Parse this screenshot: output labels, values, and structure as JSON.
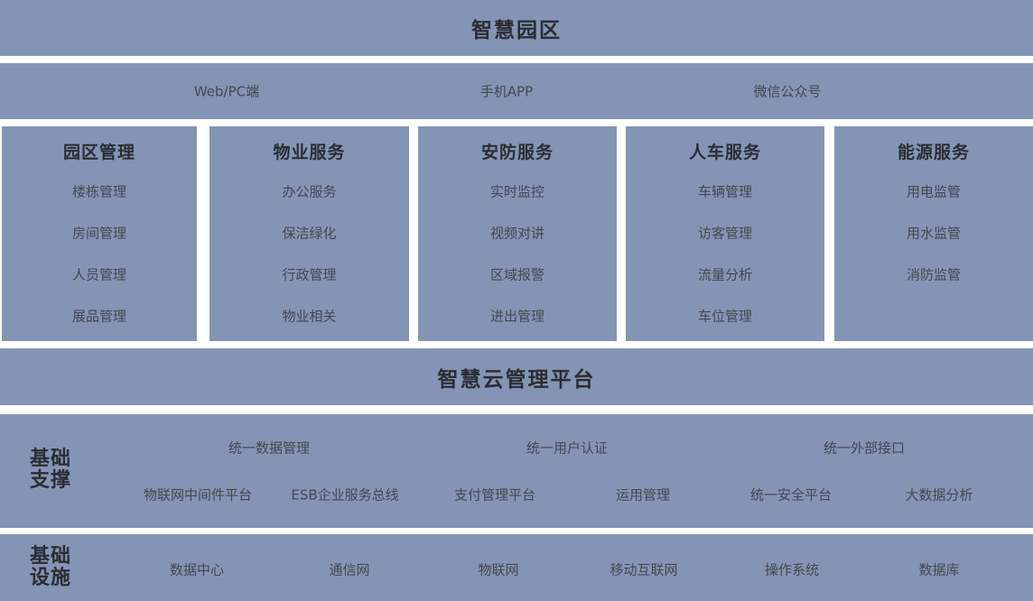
{
  "diagram": {
    "title": "智慧园区",
    "access": {
      "items": [
        "Web/PC端",
        "手机APP",
        "微信公众号"
      ]
    },
    "services": [
      {
        "title": "园区管理",
        "items": [
          "楼栋管理",
          "房间管理",
          "人员管理",
          "展品管理"
        ]
      },
      {
        "title": "物业服务",
        "items": [
          "办公服务",
          "保洁绿化",
          "行政管理",
          "物业相关"
        ]
      },
      {
        "title": "安防服务",
        "items": [
          "实时监控",
          "视频对讲",
          "区域报警",
          "进出管理"
        ]
      },
      {
        "title": "人车服务",
        "items": [
          "车辆管理",
          "访客管理",
          "流量分析",
          "车位管理"
        ]
      },
      {
        "title": "能源服务",
        "items": [
          "用电监管",
          "用水监管",
          "消防监管"
        ]
      }
    ],
    "platform": {
      "title": "智慧云管理平台"
    },
    "support": {
      "label_line1": "基础",
      "label_line2": "支撑",
      "row1": [
        "统一数据管理",
        "统一用户认证",
        "统一外部接口"
      ],
      "row2": [
        "物联网中间件平台",
        "ESB企业服务总线",
        "支付管理平台",
        "运用管理",
        "统一安全平台",
        "大数据分析"
      ]
    },
    "infrastructure": {
      "label_line1": "基础",
      "label_line2": "设施",
      "items": [
        "数据中心",
        "通信网",
        "物联网",
        "移动互联网",
        "操作系统",
        "数据库"
      ]
    },
    "colors": {
      "band_bg": "#8494b5",
      "gap_bg": "#ffffff",
      "title_text": "#2b2d33",
      "item_text": "#45484f"
    }
  }
}
